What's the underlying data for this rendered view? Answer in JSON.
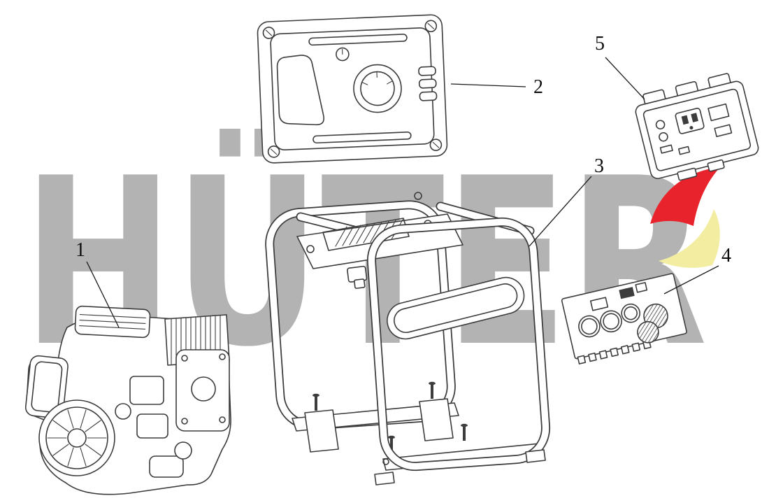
{
  "watermark": {
    "text": "HÜTER"
  },
  "colors": {
    "line": "#3c3c3c",
    "watermark_gray": "#b3b3b3",
    "swoosh_red": "#e8232b",
    "swoosh_yellow": "#f3eda2"
  },
  "parts": [
    {
      "number": "1",
      "name": "engine-generator-assembly"
    },
    {
      "number": "2",
      "name": "fuel-tank"
    },
    {
      "number": "3",
      "name": "tubular-frame"
    },
    {
      "number": "4",
      "name": "inverter-circuit-board"
    },
    {
      "number": "5",
      "name": "control-panel-module"
    }
  ]
}
